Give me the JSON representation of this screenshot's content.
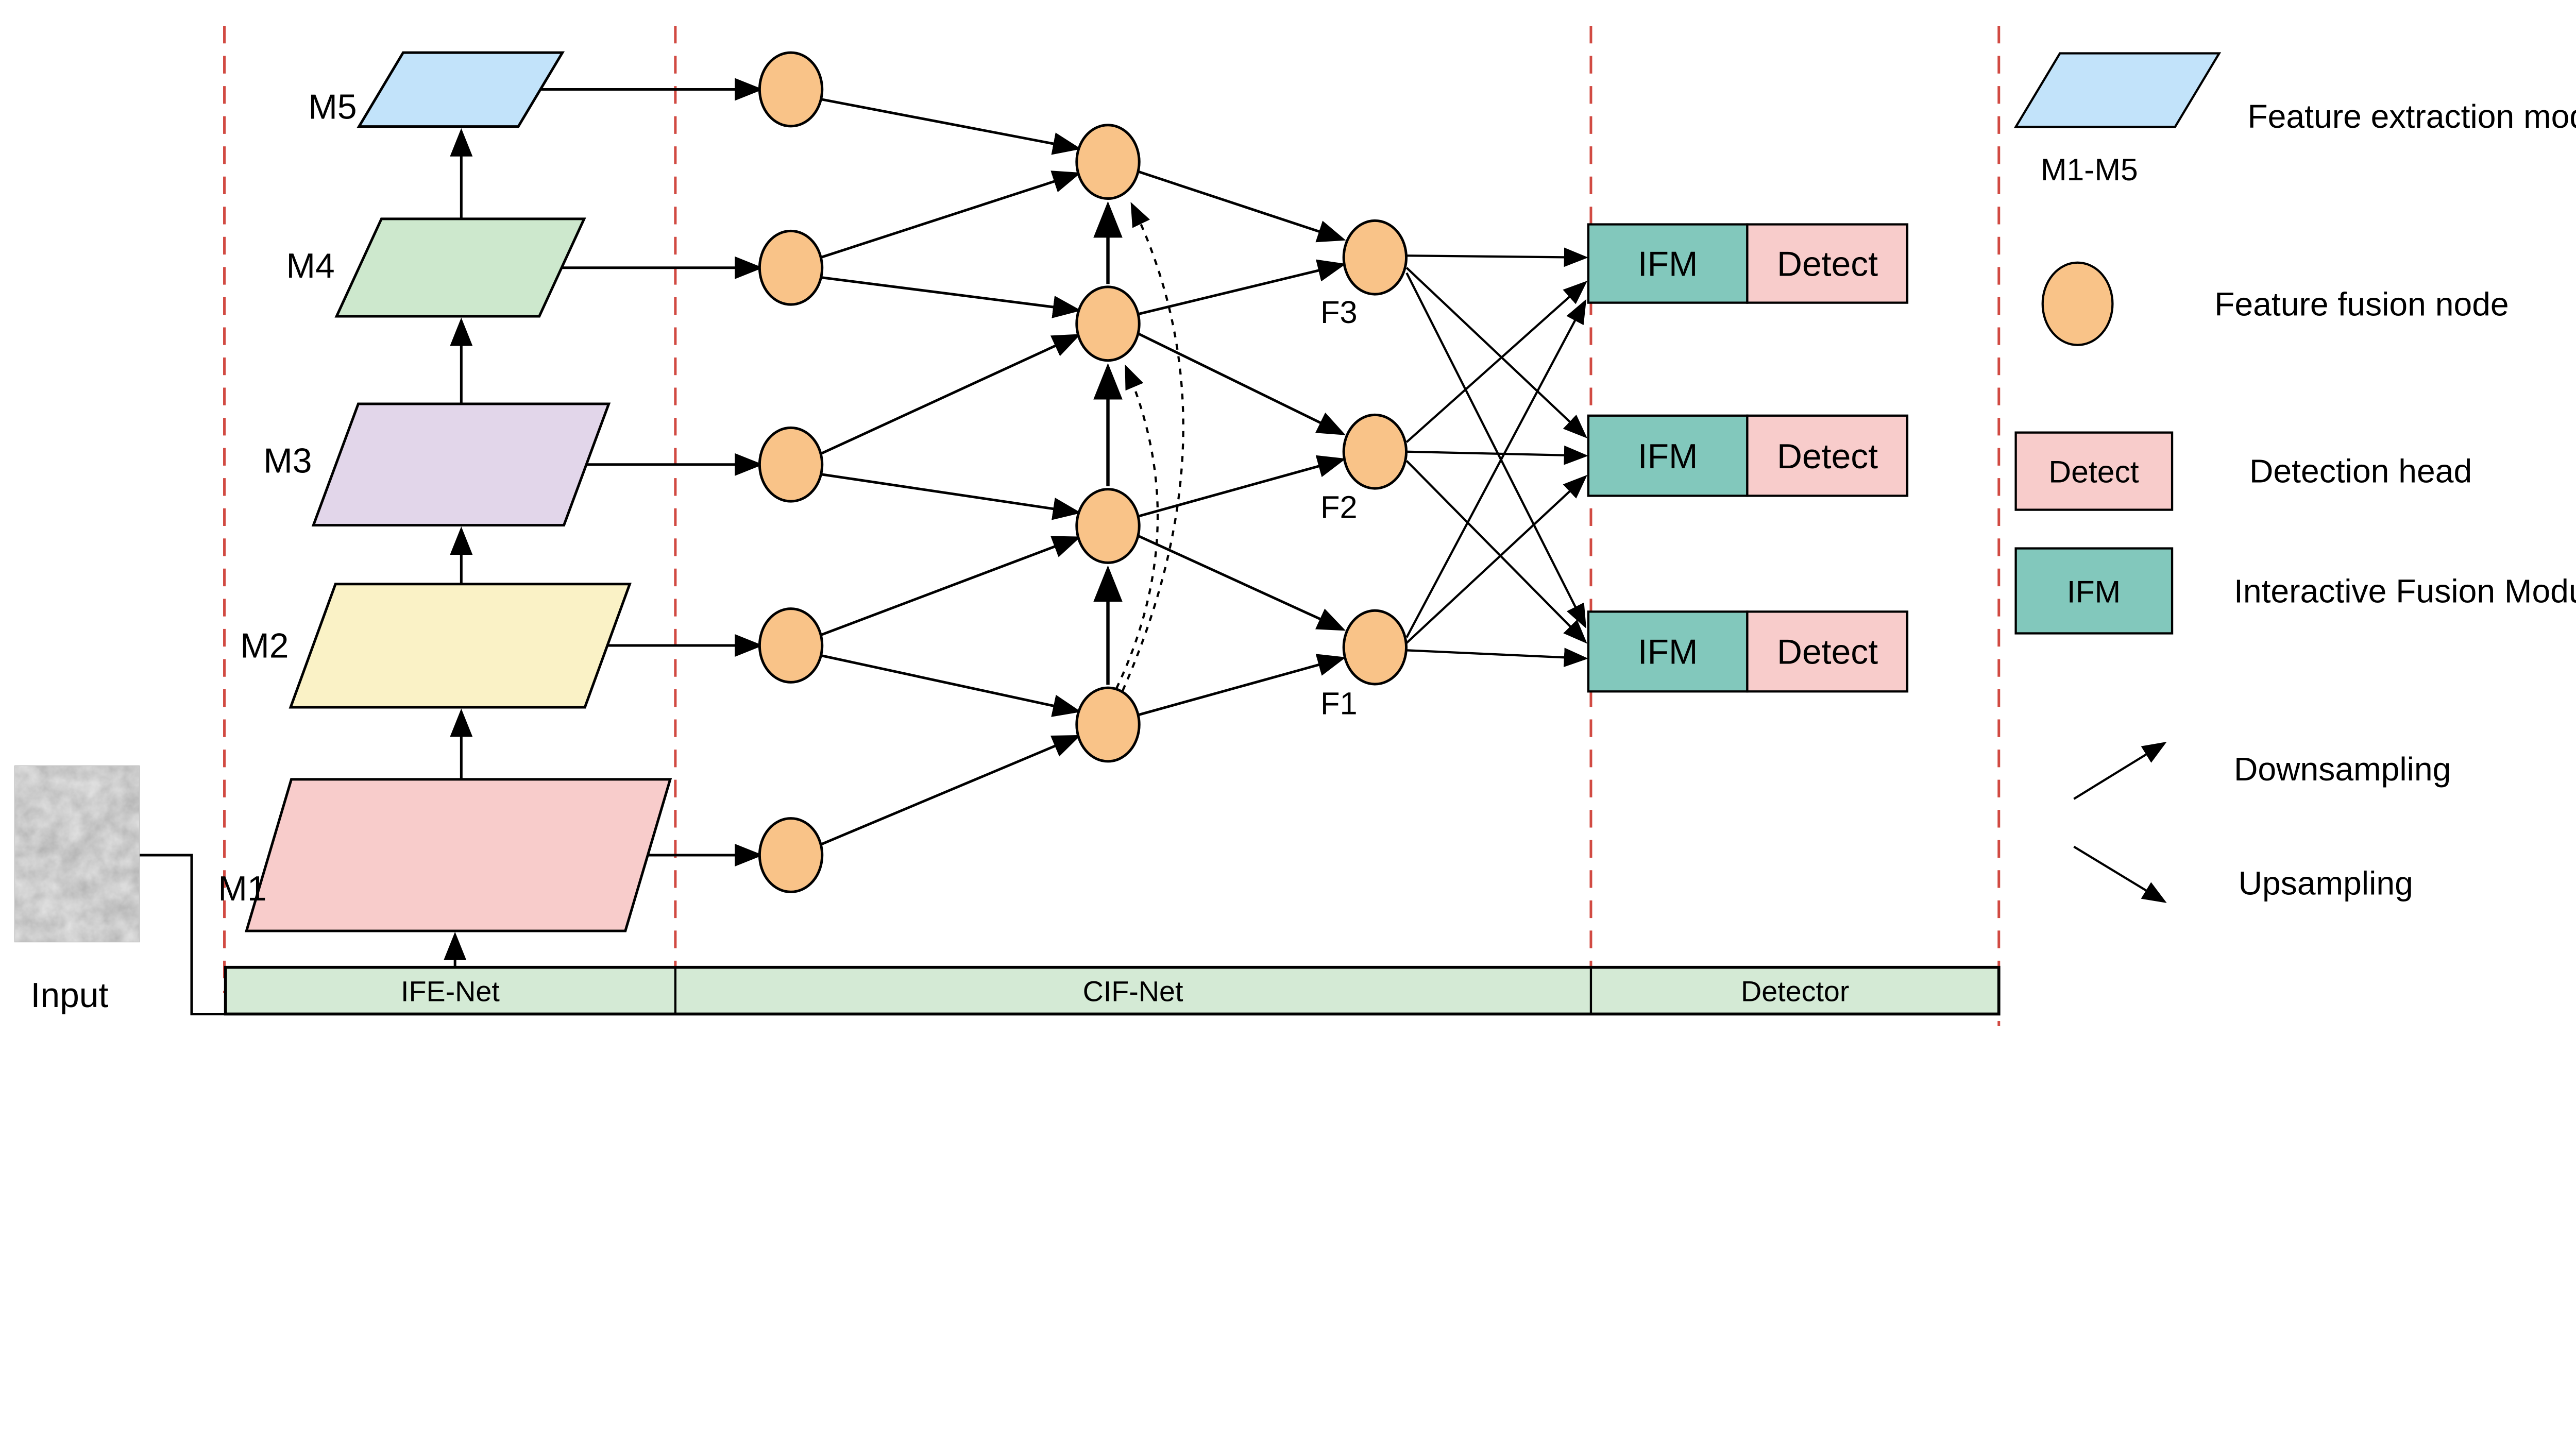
{
  "diagram": {
    "input": {
      "label": "Input"
    },
    "backbone": {
      "modules": [
        {
          "id": "M1",
          "label": "M1",
          "color": "#f8cccb"
        },
        {
          "id": "M2",
          "label": "M2",
          "color": "#faf2c6"
        },
        {
          "id": "M3",
          "label": "M3",
          "color": "#e2d6ea"
        },
        {
          "id": "M4",
          "label": "M4",
          "color": "#cde8cd"
        },
        {
          "id": "M5",
          "label": "M5",
          "color": "#c2e3fa"
        }
      ]
    },
    "cif_net": {
      "output_nodes": [
        {
          "label": "F3"
        },
        {
          "label": "F2"
        },
        {
          "label": "F1"
        }
      ]
    },
    "detector": {
      "heads": [
        {
          "ifm_label": "IFM",
          "detect_label": "Detect"
        },
        {
          "ifm_label": "IFM",
          "detect_label": "Detect"
        },
        {
          "ifm_label": "IFM",
          "detect_label": "Detect"
        }
      ]
    },
    "sections": [
      {
        "label": "IFE-Net"
      },
      {
        "label": "CIF-Net"
      },
      {
        "label": "Detector"
      }
    ],
    "legend": {
      "items": [
        {
          "label": "Feature extraction module",
          "symbol": "parallelogram",
          "symbol_caption": "M1-M5"
        },
        {
          "label": "Feature fusion node",
          "symbol": "ellipse"
        },
        {
          "label": "Detection head",
          "symbol": "box",
          "symbol_text": "Detect"
        },
        {
          "label": "Interactive Fusion Module",
          "symbol": "box",
          "symbol_text": "IFM"
        },
        {
          "label": "Downsampling",
          "symbol": "arrow-up-right"
        },
        {
          "label": "Upsampling",
          "symbol": "arrow-down-right"
        }
      ]
    },
    "colors": {
      "fusion_node": "#f9c388",
      "ifm": "#82c8bc",
      "detect": "#f8cccb",
      "section_bar": "#d4ead5",
      "divider": "#d14a42",
      "module_blue": "#c2e3fa",
      "module_green": "#cde8cd",
      "module_purple": "#e2d6ea",
      "module_yellow": "#faf2c6",
      "module_pink": "#f8cccb"
    }
  }
}
